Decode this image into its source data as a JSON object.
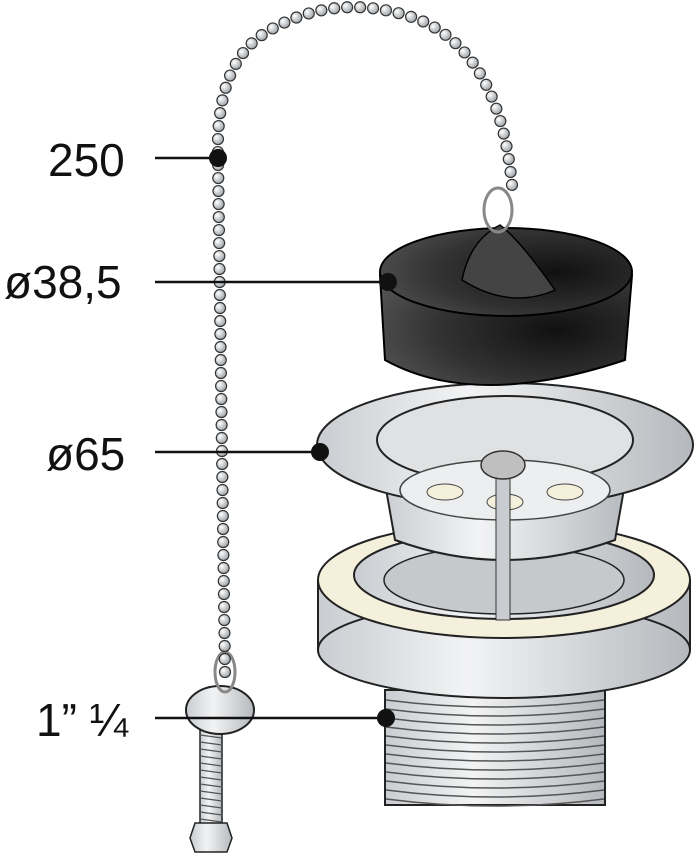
{
  "labels": {
    "chain_length": "250",
    "plug_diameter": "ø38,5",
    "flange_diameter": "ø65",
    "thread_size": "1” ¼"
  },
  "colors": {
    "plug": "#2a2a2a",
    "metal": "#e2e4e6",
    "metal_shadow": "#b8bcc0",
    "washer": "#f4f0dc",
    "line": "#111111"
  }
}
